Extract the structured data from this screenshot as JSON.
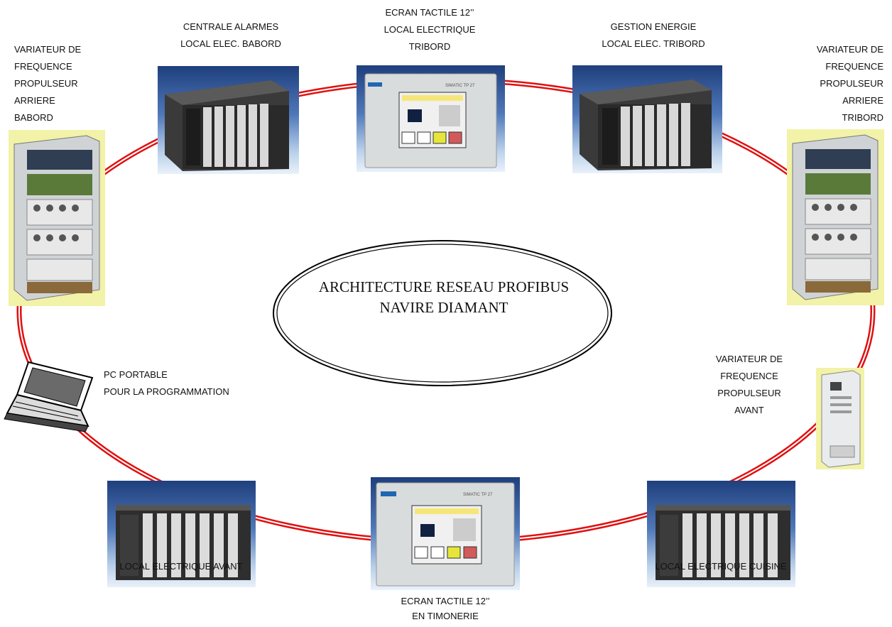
{
  "diagram": {
    "title_lines": [
      "ARCHITECTURE RESEAU PROFIBUS",
      "NAVIRE DIAMANT"
    ],
    "nodes": {
      "centrale_alarmes": [
        "CENTRALE ALARMES",
        "LOCAL ELEC. BABORD"
      ],
      "ecran_tribord": [
        "ECRAN TACTILE 12’’",
        "LOCAL ELECTRIQUE",
        "TRIBORD"
      ],
      "gestion_energie": [
        "GESTION ENERGIE",
        "LOCAL ELEC. TRIBORD"
      ],
      "variateur_babord": [
        "VARIATEUR DE",
        "FREQUENCE",
        "PROPULSEUR",
        "ARRIERE",
        "BABORD"
      ],
      "variateur_tribord": [
        "VARIATEUR DE",
        "FREQUENCE",
        "PROPULSEUR",
        "ARRIERE",
        "TRIBORD"
      ],
      "variateur_avant": [
        "VARIATEUR DE",
        "FREQUENCE",
        "PROPULSEUR",
        "AVANT"
      ],
      "pc_portable": [
        "PC PORTABLE",
        "POUR LA PROGRAMMATION"
      ],
      "local_avant": [
        "LOCAL ELECTRIQUE AVANT"
      ],
      "ecran_timonerie": [
        "ECRAN TACTILE 12’’",
        "EN TIMONERIE"
      ],
      "local_cuisine": [
        "LOCAL ELECTRIQUE CUISINE"
      ]
    },
    "screen_brand": "SIMATIC TP 27",
    "colors": {
      "ring": "#e01010",
      "title_ellipse": "#000000",
      "image_bg_blue": "#2b4d8f",
      "image_bg_yellow": "#f2f2a8"
    },
    "icons": [
      "plc-rack-icon",
      "touch-panel-icon",
      "frequency-drive-icon",
      "laptop-icon"
    ]
  }
}
